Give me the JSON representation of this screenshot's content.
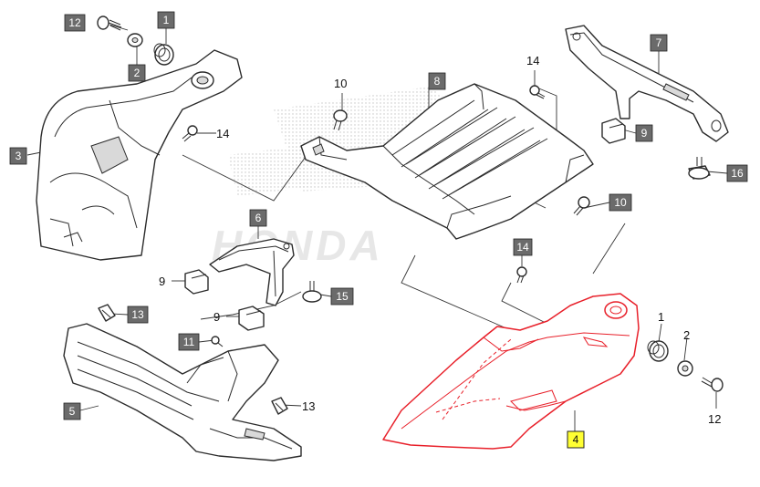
{
  "diagram": {
    "watermark": "HONDA",
    "selected_callout": "4",
    "highlight_color": "#e8202a",
    "callouts": [
      {
        "id": "c12a",
        "label": "12",
        "style": "box"
      },
      {
        "id": "c1a",
        "label": "1",
        "style": "box"
      },
      {
        "id": "c2a",
        "label": "2",
        "style": "box"
      },
      {
        "id": "c3",
        "label": "3",
        "style": "box"
      },
      {
        "id": "c14a",
        "label": "14",
        "style": "plain"
      },
      {
        "id": "c10a",
        "label": "10",
        "style": "plain"
      },
      {
        "id": "c8",
        "label": "8",
        "style": "box"
      },
      {
        "id": "c14b",
        "label": "14",
        "style": "plain"
      },
      {
        "id": "c7",
        "label": "7",
        "style": "box"
      },
      {
        "id": "c9a",
        "label": "9",
        "style": "box"
      },
      {
        "id": "c16",
        "label": "16",
        "style": "box"
      },
      {
        "id": "c10b",
        "label": "10",
        "style": "box"
      },
      {
        "id": "c6",
        "label": "6",
        "style": "box"
      },
      {
        "id": "c9b",
        "label": "9",
        "style": "plain"
      },
      {
        "id": "c15",
        "label": "15",
        "style": "box"
      },
      {
        "id": "c14c",
        "label": "14",
        "style": "box"
      },
      {
        "id": "c9c",
        "label": "9",
        "style": "plain"
      },
      {
        "id": "c13a",
        "label": "13",
        "style": "box"
      },
      {
        "id": "c11",
        "label": "11",
        "style": "box"
      },
      {
        "id": "c5",
        "label": "5",
        "style": "box"
      },
      {
        "id": "c13b",
        "label": "13",
        "style": "plain"
      },
      {
        "id": "c1b",
        "label": "1",
        "style": "plain"
      },
      {
        "id": "c2b",
        "label": "2",
        "style": "plain"
      },
      {
        "id": "c12b",
        "label": "12",
        "style": "plain"
      },
      {
        "id": "c4",
        "label": "4",
        "style": "selected"
      }
    ]
  }
}
